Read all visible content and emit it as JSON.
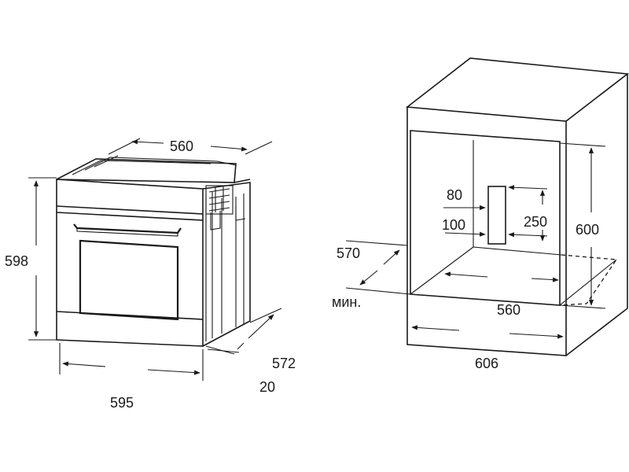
{
  "oven": {
    "width_top": "560",
    "height": "598",
    "width_front": "595",
    "depth": "572",
    "door_offset": "20"
  },
  "niche": {
    "depth_min": "570",
    "depth_min_suffix": "мин.",
    "inner_width": "560",
    "outer_width": "606",
    "height": "600",
    "vent_width": "80",
    "vent_offset": "100",
    "vent_height": "250"
  },
  "colors": {
    "line": "#1a1a1a",
    "background": "#ffffff"
  }
}
